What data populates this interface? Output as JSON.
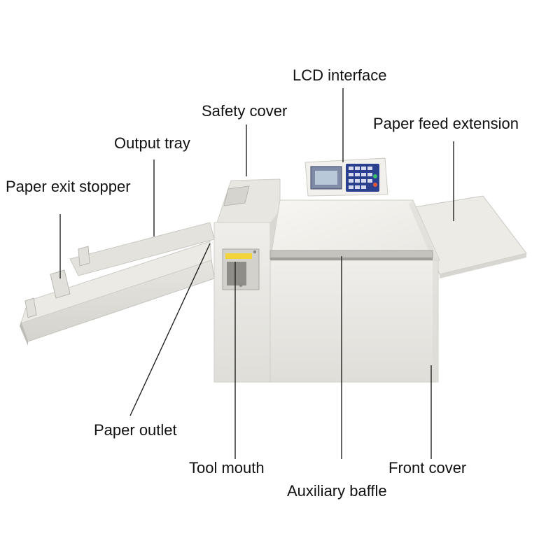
{
  "labels": {
    "lcd_interface": "LCD interface",
    "safety_cover": "Safety cover",
    "paper_feed_extension": "Paper feed extension",
    "output_tray": "Output tray",
    "paper_exit_stopper": "Paper exit stopper",
    "paper_outlet": "Paper outlet",
    "tool_mouth": "Tool mouth",
    "front_cover": "Front cover",
    "auxiliary_baffle": "Auxiliary baffle"
  },
  "colors": {
    "machine_body": "#e9e8e3",
    "leader_line": "#222222",
    "lcd_panel": "#2b3f8f"
  }
}
